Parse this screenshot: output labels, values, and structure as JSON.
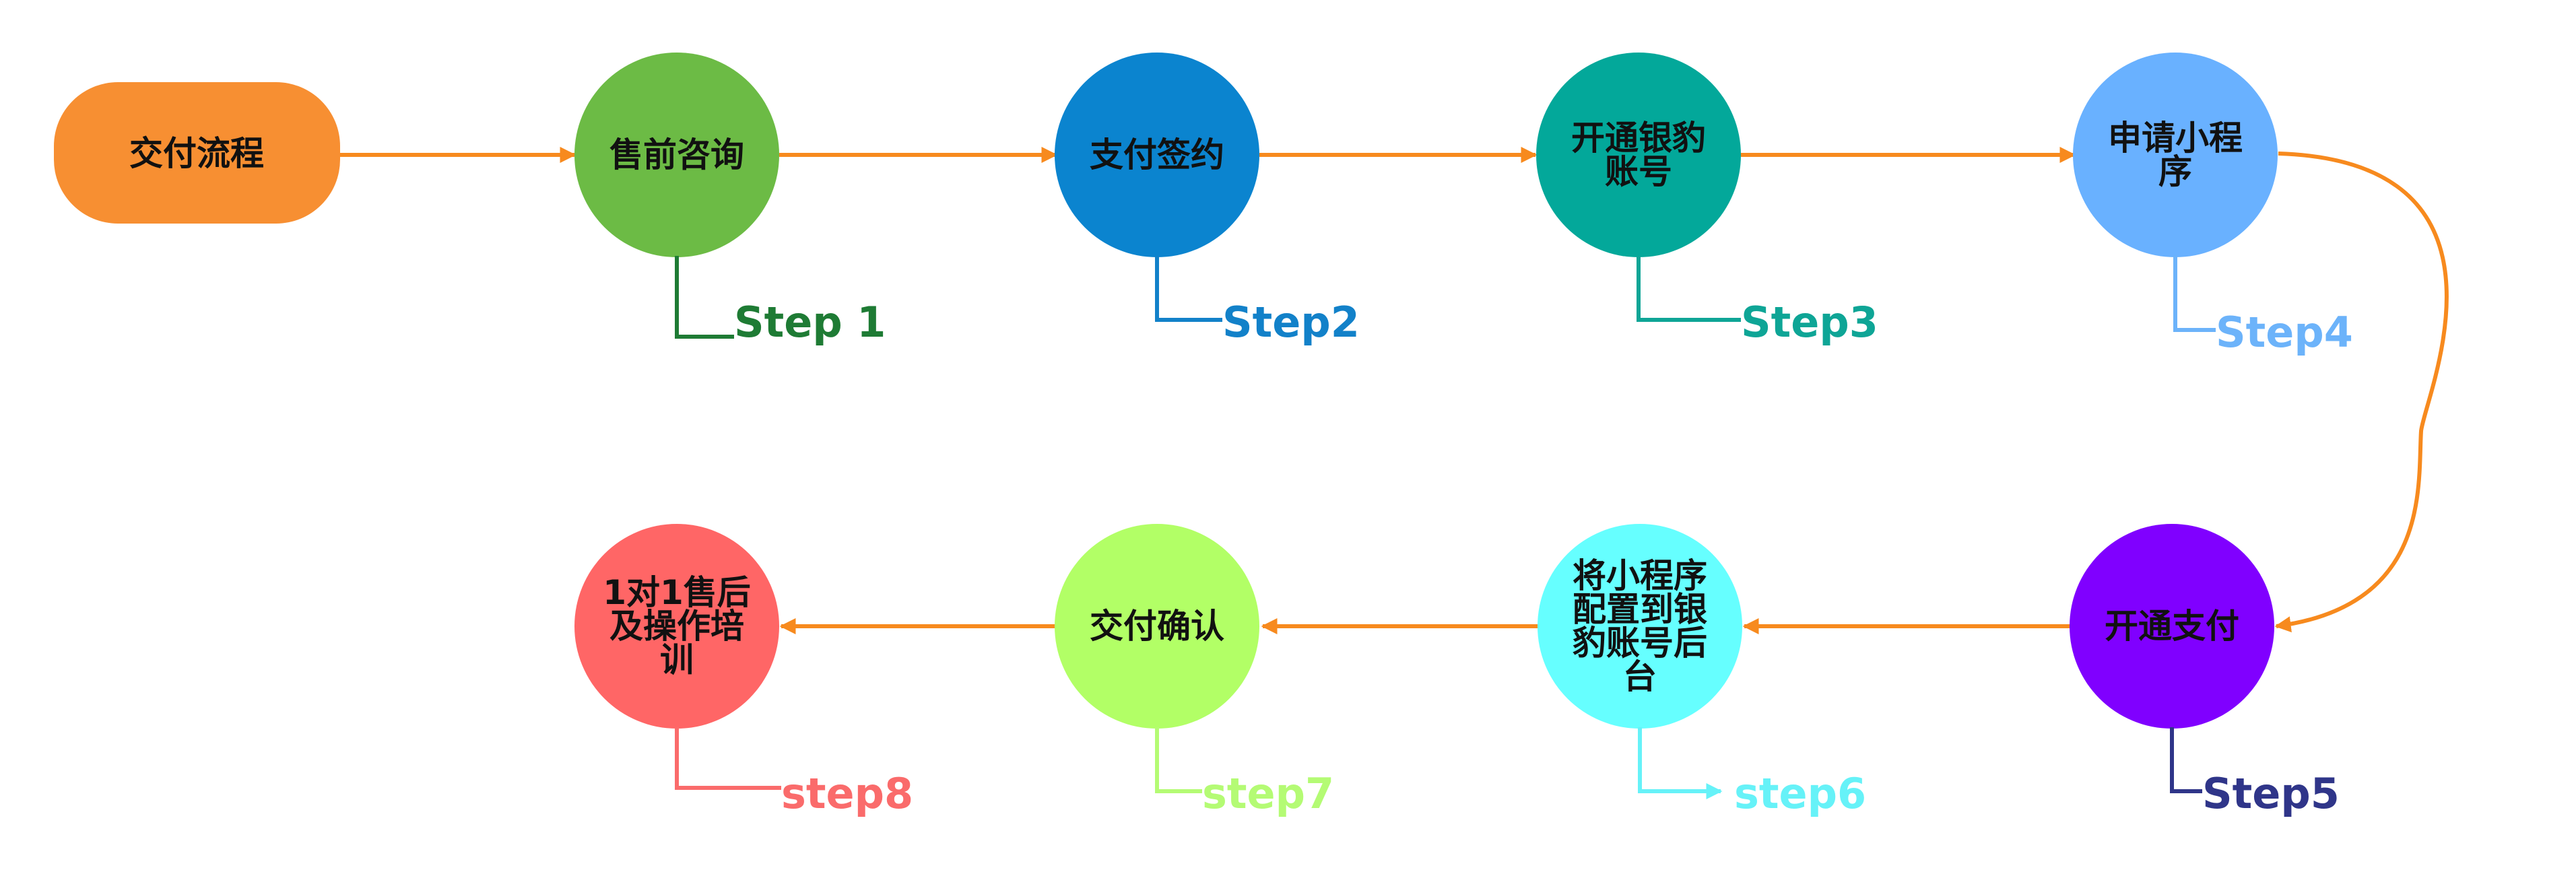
{
  "start": {
    "label": "交付流程",
    "color": "#F78F32"
  },
  "steps": [
    {
      "label_lines": [
        "售前咨询"
      ],
      "color": "#6CBB45",
      "step_label": "Step 1",
      "step_color": "#1E7B34"
    },
    {
      "label_lines": [
        "支付签约"
      ],
      "color": "#0B84CF",
      "step_label": "Step2",
      "step_color": "#1281C9"
    },
    {
      "label_lines": [
        "开通银豹",
        "账号"
      ],
      "color": "#03A89A",
      "step_label": "Step3",
      "step_color": "#0EA596"
    },
    {
      "label_lines": [
        "申请小程",
        "序"
      ],
      "color": "#69B1FF",
      "step_label": "Step4",
      "step_color": "#6CB3FA"
    },
    {
      "label_lines": [
        "开通支付"
      ],
      "color": "#8000FF",
      "step_label": "Step5",
      "step_color": "#2F3589"
    },
    {
      "label_lines": [
        "将小程序",
        "配置到银",
        "豹账号后",
        "台"
      ],
      "color": "#66FFFF",
      "step_label": "step6",
      "step_color": "#66F2F8"
    },
    {
      "label_lines": [
        "交付确认"
      ],
      "color": "#B2FF66",
      "step_label": "step7",
      "step_color": "#B4FB74"
    },
    {
      "label_lines": [
        "1对1售后",
        "及操作培",
        "训"
      ],
      "color": "#FF6666",
      "step_label": "step8",
      "step_color": "#FA6B6B"
    }
  ],
  "colors": {
    "connector": "#F78A1E"
  }
}
